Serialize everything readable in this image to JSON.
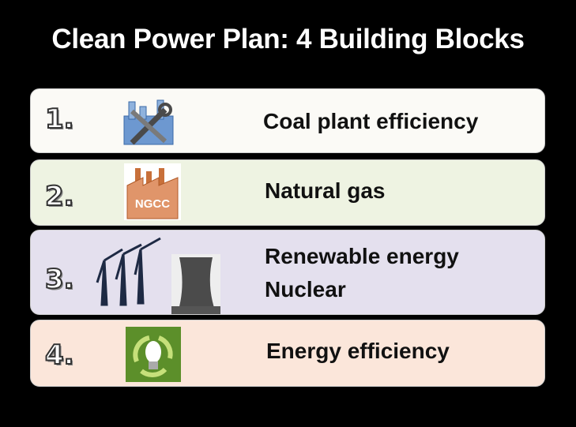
{
  "title": "Clean Power Plan: 4 Building Blocks",
  "colors": {
    "background": "#000000",
    "block1": "#fbfaf6",
    "block2": "#eef3e2",
    "block3": "#e4e0ee",
    "block4": "#fbe6da"
  },
  "blocks": [
    {
      "number": "1.",
      "label": "Coal plant efficiency",
      "icon": "factory-tools-icon"
    },
    {
      "number": "2.",
      "label": "Natural gas",
      "icon": "ngcc-factory-icon",
      "icon_text": "NGCC"
    },
    {
      "number": "3.",
      "labels": [
        "Renewable energy",
        "Nuclear"
      ],
      "icons": [
        "wind-turbines-icon",
        "cooling-tower-icon"
      ]
    },
    {
      "number": "4.",
      "label": "Energy efficiency",
      "icon": "recycle-bulb-icon"
    }
  ]
}
